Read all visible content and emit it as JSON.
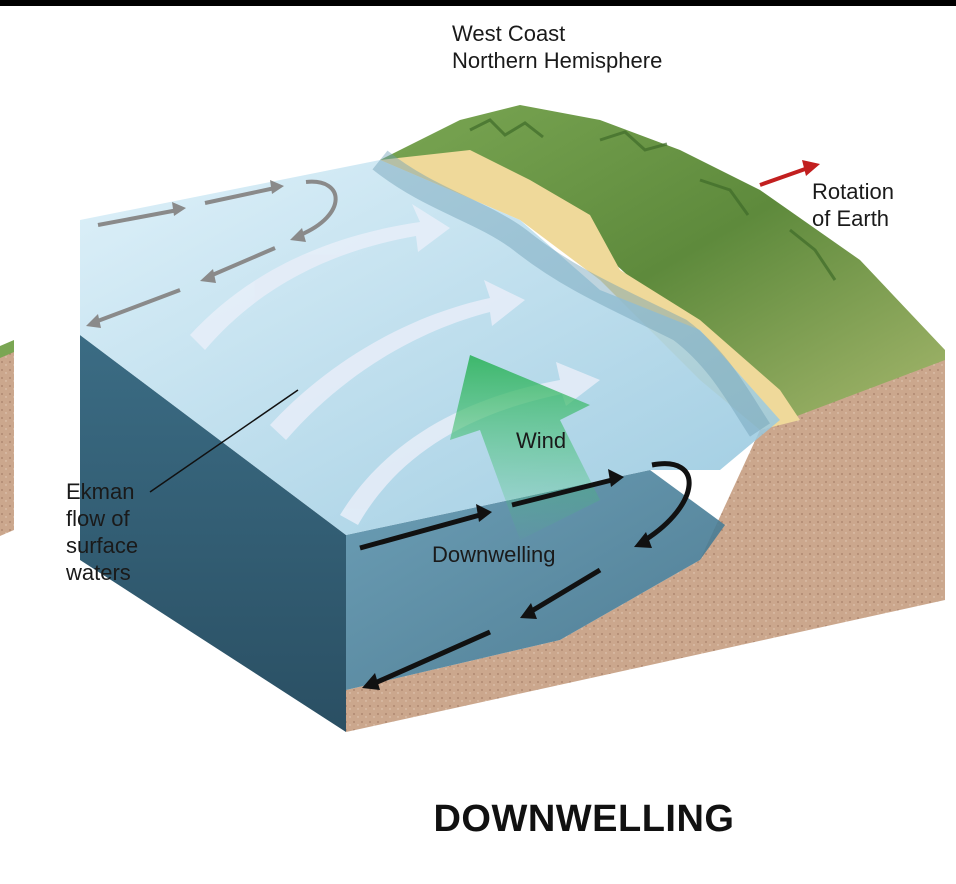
{
  "labels": {
    "location": "West Coast\nNorthern Hemisphere",
    "rotation": "Rotation\nof Earth",
    "ekman": "Ekman\nflow of\nsurface\nwaters",
    "wind": "Wind",
    "downwelling": "Downwelling"
  },
  "caption": "DOWNWELLING",
  "colors": {
    "ocean_surface": "#bfe0ef",
    "ocean_deep": "#2f5a70",
    "sediment": "#c9a58c",
    "land": "#6f9a47",
    "beach": "#efd99a",
    "wind_arrow": "#3fbf6a",
    "rotation_arrow": "#c21f1f",
    "flow_arrow": "#111111"
  }
}
